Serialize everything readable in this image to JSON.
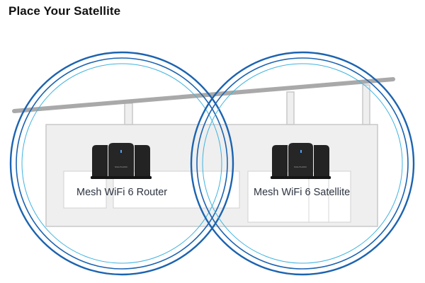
{
  "title": "Place Your Satellite",
  "router": {
    "label": "Mesh WiFi 6 Router",
    "badge": "NIGHTHAWK"
  },
  "satellite": {
    "label": "Mesh WiFi 6 Satellite",
    "badge": "NIGHTHAWK"
  },
  "colors": {
    "coverage_dark": "#1c63b0",
    "coverage_light": "#3fb3df",
    "house_fill": "#efefef",
    "house_stroke": "#c9c9c9",
    "room_fill": "#ffffff",
    "roof": "#a9a9a9",
    "device": "#232323",
    "led": "#4aa3ff"
  }
}
